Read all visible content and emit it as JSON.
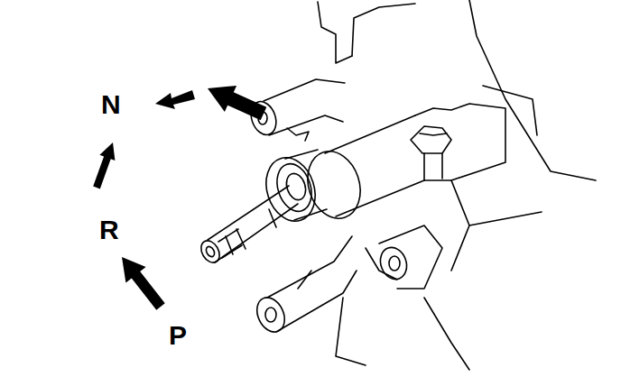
{
  "diagram": {
    "labels": [
      "N",
      "R",
      "P"
    ]
  }
}
